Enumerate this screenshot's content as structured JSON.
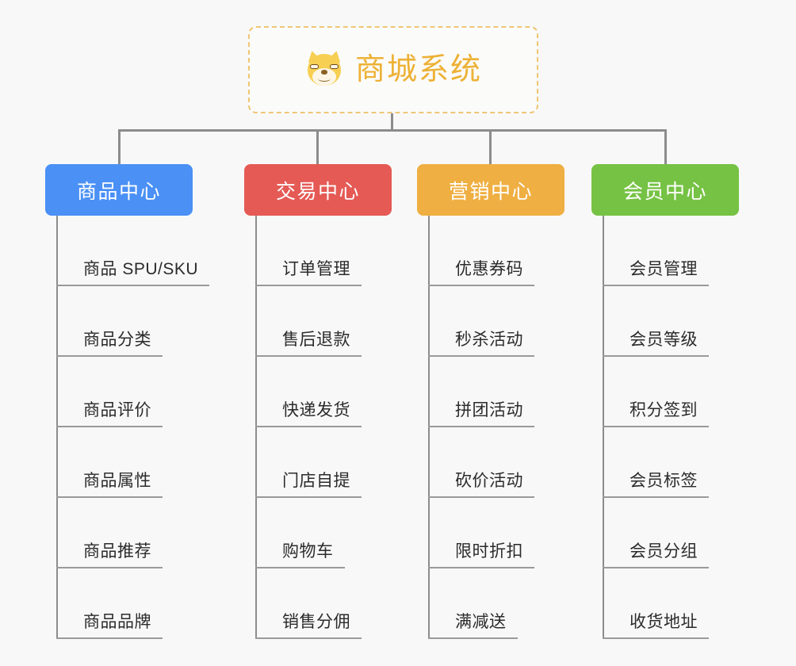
{
  "root": {
    "title": "商城系统",
    "icon": "shiba-dog-emoji",
    "border_color": "#f0c674",
    "text_color": "#edb135"
  },
  "colors": {
    "product": "#4a90f5",
    "trade": "#e55a55",
    "marketing": "#efaf42",
    "member": "#76c244",
    "connector": "#8c8c8c",
    "leaf_underline": "#9a9a9a",
    "leaf_text": "#2b2b2b",
    "background": "#f8f8f8"
  },
  "branches": [
    {
      "label": "商品中心",
      "color": "#4a90f5",
      "items": [
        "商品 SPU/SKU",
        "商品分类",
        "商品评价",
        "商品属性",
        "商品推荐",
        "商品品牌"
      ]
    },
    {
      "label": "交易中心",
      "color": "#e55a55",
      "items": [
        "订单管理",
        "售后退款",
        "快递发货",
        "门店自提",
        "购物车",
        "销售分佣"
      ]
    },
    {
      "label": "营销中心",
      "color": "#efaf42",
      "items": [
        "优惠券码",
        "秒杀活动",
        "拼团活动",
        "砍价活动",
        "限时折扣",
        "满减送"
      ]
    },
    {
      "label": "会员中心",
      "color": "#76c244",
      "items": [
        "会员管理",
        "会员等级",
        "积分签到",
        "会员标签",
        "会员分组",
        "收货地址"
      ]
    }
  ]
}
